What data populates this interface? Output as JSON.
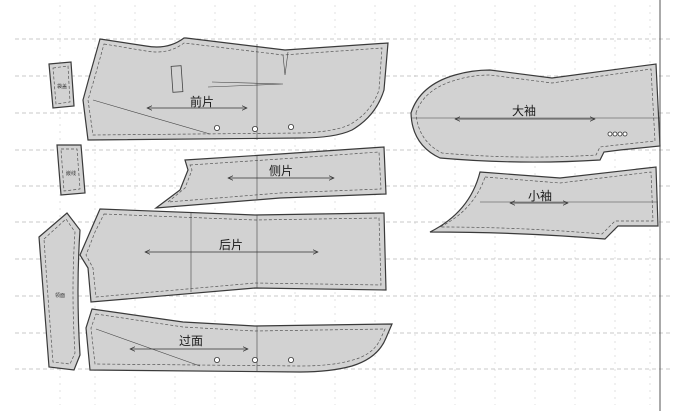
{
  "colors": {
    "piece_fill": "#d2d2d2",
    "piece_stroke": "#3a3a3a",
    "grid": "#b7b7b7",
    "background": "#ffffff"
  },
  "pieces": {
    "front": {
      "label": "前片"
    },
    "side": {
      "label": "侧片"
    },
    "back": {
      "label": "后片"
    },
    "facing": {
      "label": "过面"
    },
    "top_sleeve": {
      "label": "大袖"
    },
    "under_sleeve": {
      "label": "小袖"
    },
    "pocket_flap": {
      "label": "袋盖"
    },
    "pocket_welt": {
      "label": "嵌线"
    },
    "collar": {
      "label": "领面"
    }
  }
}
